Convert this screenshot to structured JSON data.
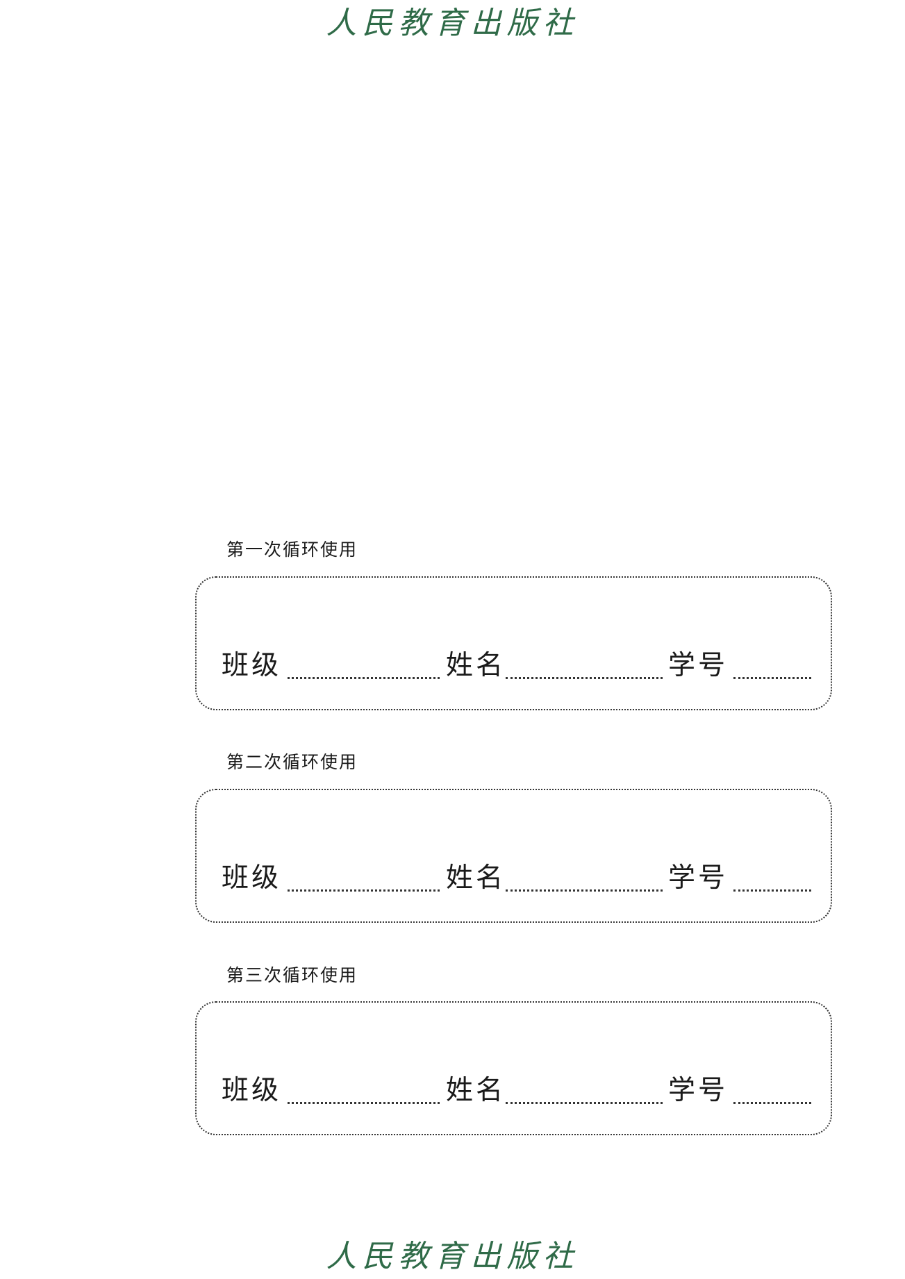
{
  "publisher": "人民教育出版社",
  "cycles": [
    {
      "label": "第一次循环使用",
      "fields": {
        "class": "班级",
        "name": "姓名",
        "student_id": "学号"
      }
    },
    {
      "label": "第二次循环使用",
      "fields": {
        "class": "班级",
        "name": "姓名",
        "student_id": "学号"
      }
    },
    {
      "label": "第三次循环使用",
      "fields": {
        "class": "班级",
        "name": "姓名",
        "student_id": "学号"
      }
    }
  ]
}
